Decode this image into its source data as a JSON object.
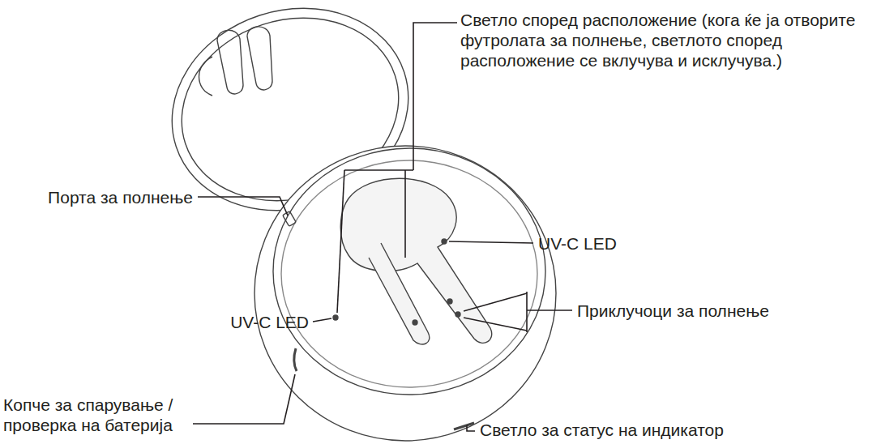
{
  "diagram": {
    "labels": [
      "Светло според расположение (кога ќе ја отворите футролата за полнење, светлото според расположение се вклучува и исклучува.)",
      "Порта за полнење",
      "UV-C LED",
      "Приклучоци за полнење",
      "UV-C LED",
      "Копче за спарување / проверка на батерија",
      "Светло за статус на индикатор"
    ]
  }
}
